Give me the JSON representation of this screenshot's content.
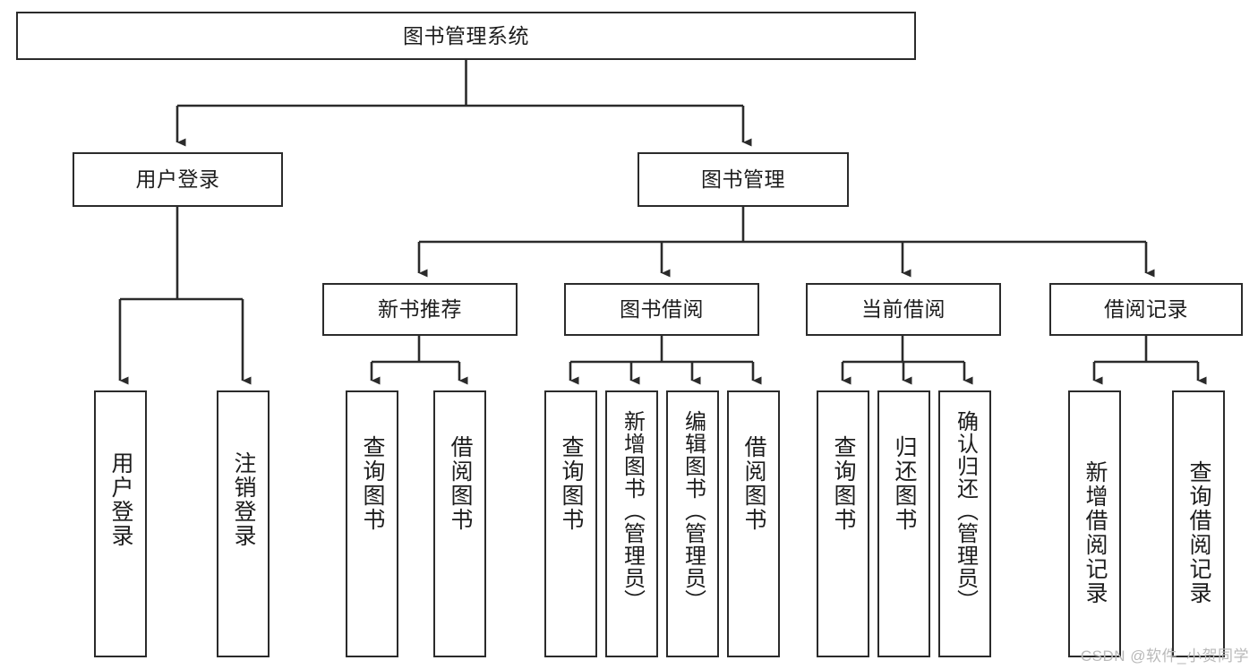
{
  "diagram": {
    "title": "图书管理系统",
    "type": "tree-hierarchy-chart",
    "watermark": "CSDN @软件_小贺同学",
    "colors": {
      "node_border": "#2b2b2b",
      "node_fill": "#ffffff",
      "connector": "#2b2b2b",
      "text": "#1d1d1d",
      "watermark": "#b9b9b9",
      "background": "#ffffff"
    },
    "root": {
      "label": "图书管理系统"
    },
    "level2": [
      {
        "label": "用户登录"
      },
      {
        "label": "图书管理"
      }
    ],
    "level3": [
      {
        "label": "新书推荐"
      },
      {
        "label": "图书借阅"
      },
      {
        "label": "当前借阅"
      },
      {
        "label": "借阅记录"
      }
    ],
    "leaves": {
      "user_login": [
        {
          "label": "用户登录"
        },
        {
          "label": "注销登录"
        }
      ],
      "new_book_recommend": [
        {
          "label": "查询图书"
        },
        {
          "label": "借阅图书"
        }
      ],
      "book_borrow": [
        {
          "label": "查询图书"
        },
        {
          "label": "新增图书（管理员）"
        },
        {
          "label": "编辑图书（管理员）"
        },
        {
          "label": "借阅图书"
        }
      ],
      "current_borrow": [
        {
          "label": "查询图书"
        },
        {
          "label": "归还图书"
        },
        {
          "label": "确认归还（管理员）"
        }
      ],
      "borrow_record": [
        {
          "label": "新增借阅记录"
        },
        {
          "label": "查询借阅记录"
        }
      ]
    }
  }
}
